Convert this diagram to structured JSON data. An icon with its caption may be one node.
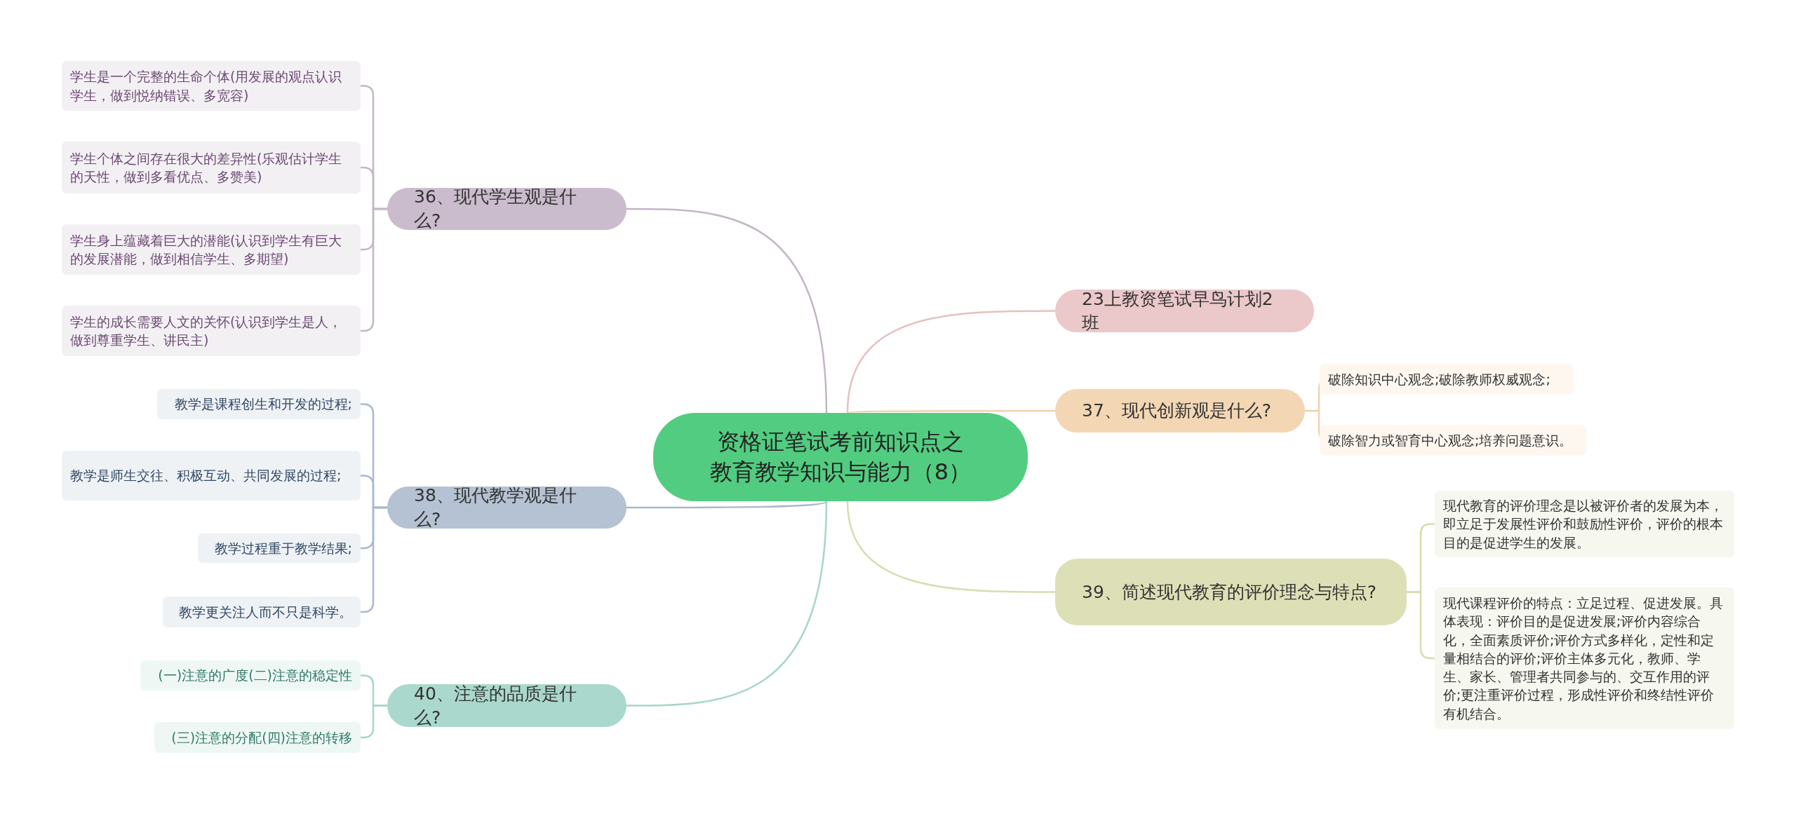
{
  "diagram": {
    "nodes": [
      {
        "text": [
          "资格证笔试考前知识点之教育教学知识与能力（8）"
        ]
      },
      {
        "text": [
          "36、现代学生观是什么?"
        ]
      },
      {
        "text": [
          "学生是一个完整的生命个体(用发展的观点认识学生，做到悦纳错误、多宽容)"
        ]
      },
      {
        "text": [
          "学生个体之间存在很大的差异性(乐观估计学生的天性，做到多看优点、多赞美)"
        ]
      },
      {
        "text": [
          "学生身上蕴藏着巨大的潜能(认识到学生有巨大的发展潜能，做到相信学生、多期望)"
        ]
      },
      {
        "text": [
          "学生的成长需要人文的关怀(认识到学生是人，做到尊重学生、讲民主)"
        ]
      },
      {
        "text": [
          "38、现代教学观是什么?"
        ]
      },
      {
        "text": [
          "教学是课程创生和开发的过程;"
        ]
      },
      {
        "text": [
          "教学是师生交往、积极互动、共同发展的过程;"
        ]
      },
      {
        "text": [
          "教学过程重于教学结果;"
        ]
      },
      {
        "text": [
          "教学更关注人而不只是科学。"
        ]
      },
      {
        "text": [
          "40、注意的品质是什么?"
        ]
      },
      {
        "text": [
          "(一)注意的广度(二)注意的稳定性"
        ]
      },
      {
        "text": [
          "(三)注意的分配(四)注意的转移"
        ]
      },
      {
        "text": [
          "23上教资笔试早鸟计划2班"
        ]
      },
      {
        "text": [
          "37、现代创新观是什么?"
        ]
      },
      {
        "text": [
          "破除知识中心观念;破除教师权威观念;"
        ]
      },
      {
        "text": [
          "破除智力或智育中心观念;培养问题意识。"
        ]
      },
      {
        "text": [
          "39、简述现代教育的评价理念与特点?"
        ]
      },
      {
        "text": [
          "现代教育的评价理念是以被评价者的发展为本，即立足于发展性评价和鼓励性评价，评价的根本目的是促进学生的发展。"
        ]
      },
      {
        "text": [
          "现代课程评价的特点：立足过程、促进发展。具体表现：评价目的是促进发展;评价内容综合化，全面素质评价;评价方式多样化，定性和定量相结合的评价;评价主体多元化，教师、学生、家长、管理者共同参与的、交互作用的评价;更注重评价过程，形成性评价和终结性评价有机结合。"
        ]
      }
    ],
    "edges": [
      {
        "from": 0,
        "to": 1,
        "arrow": "none",
        "color": "#c4b6c6"
      },
      {
        "from": 1,
        "to": 2,
        "arrow": "none",
        "color": "#c4b6c6"
      },
      {
        "from": 1,
        "to": 3,
        "arrow": "none",
        "color": "#c4b6c6"
      },
      {
        "from": 1,
        "to": 4,
        "arrow": "none",
        "color": "#c4b6c6"
      },
      {
        "from": 1,
        "to": 5,
        "arrow": "none",
        "color": "#c4b6c6"
      },
      {
        "from": 0,
        "to": 6,
        "arrow": "none",
        "color": "#a9b8cb"
      },
      {
        "from": 6,
        "to": 7,
        "arrow": "none",
        "color": "#a9b8cb"
      },
      {
        "from": 6,
        "to": 8,
        "arrow": "none",
        "color": "#a9b8cb"
      },
      {
        "from": 6,
        "to": 9,
        "arrow": "none",
        "color": "#a9b8cb"
      },
      {
        "from": 6,
        "to": 10,
        "arrow": "none",
        "color": "#a9b8cb"
      },
      {
        "from": 0,
        "to": 11,
        "arrow": "none",
        "color": "#a6d6c9"
      },
      {
        "from": 11,
        "to": 12,
        "arrow": "none",
        "color": "#a6d6c9"
      },
      {
        "from": 11,
        "to": 13,
        "arrow": "none",
        "color": "#a6d6c9"
      },
      {
        "from": 0,
        "to": 14,
        "arrow": "none",
        "color": "#e6c0c2"
      },
      {
        "from": 0,
        "to": 15,
        "arrow": "none",
        "color": "#f0d2ae"
      },
      {
        "from": 15,
        "to": 16,
        "arrow": "none",
        "color": "#f0d2ae"
      },
      {
        "from": 15,
        "to": 17,
        "arrow": "none",
        "color": "#f0d2ae"
      },
      {
        "from": 0,
        "to": 18,
        "arrow": "none",
        "color": "#d8dcae"
      },
      {
        "from": 18,
        "to": 19,
        "arrow": "none",
        "color": "#d8dcae"
      },
      {
        "from": 18,
        "to": 20,
        "arrow": "none",
        "color": "#d8dcae"
      }
    ]
  }
}
